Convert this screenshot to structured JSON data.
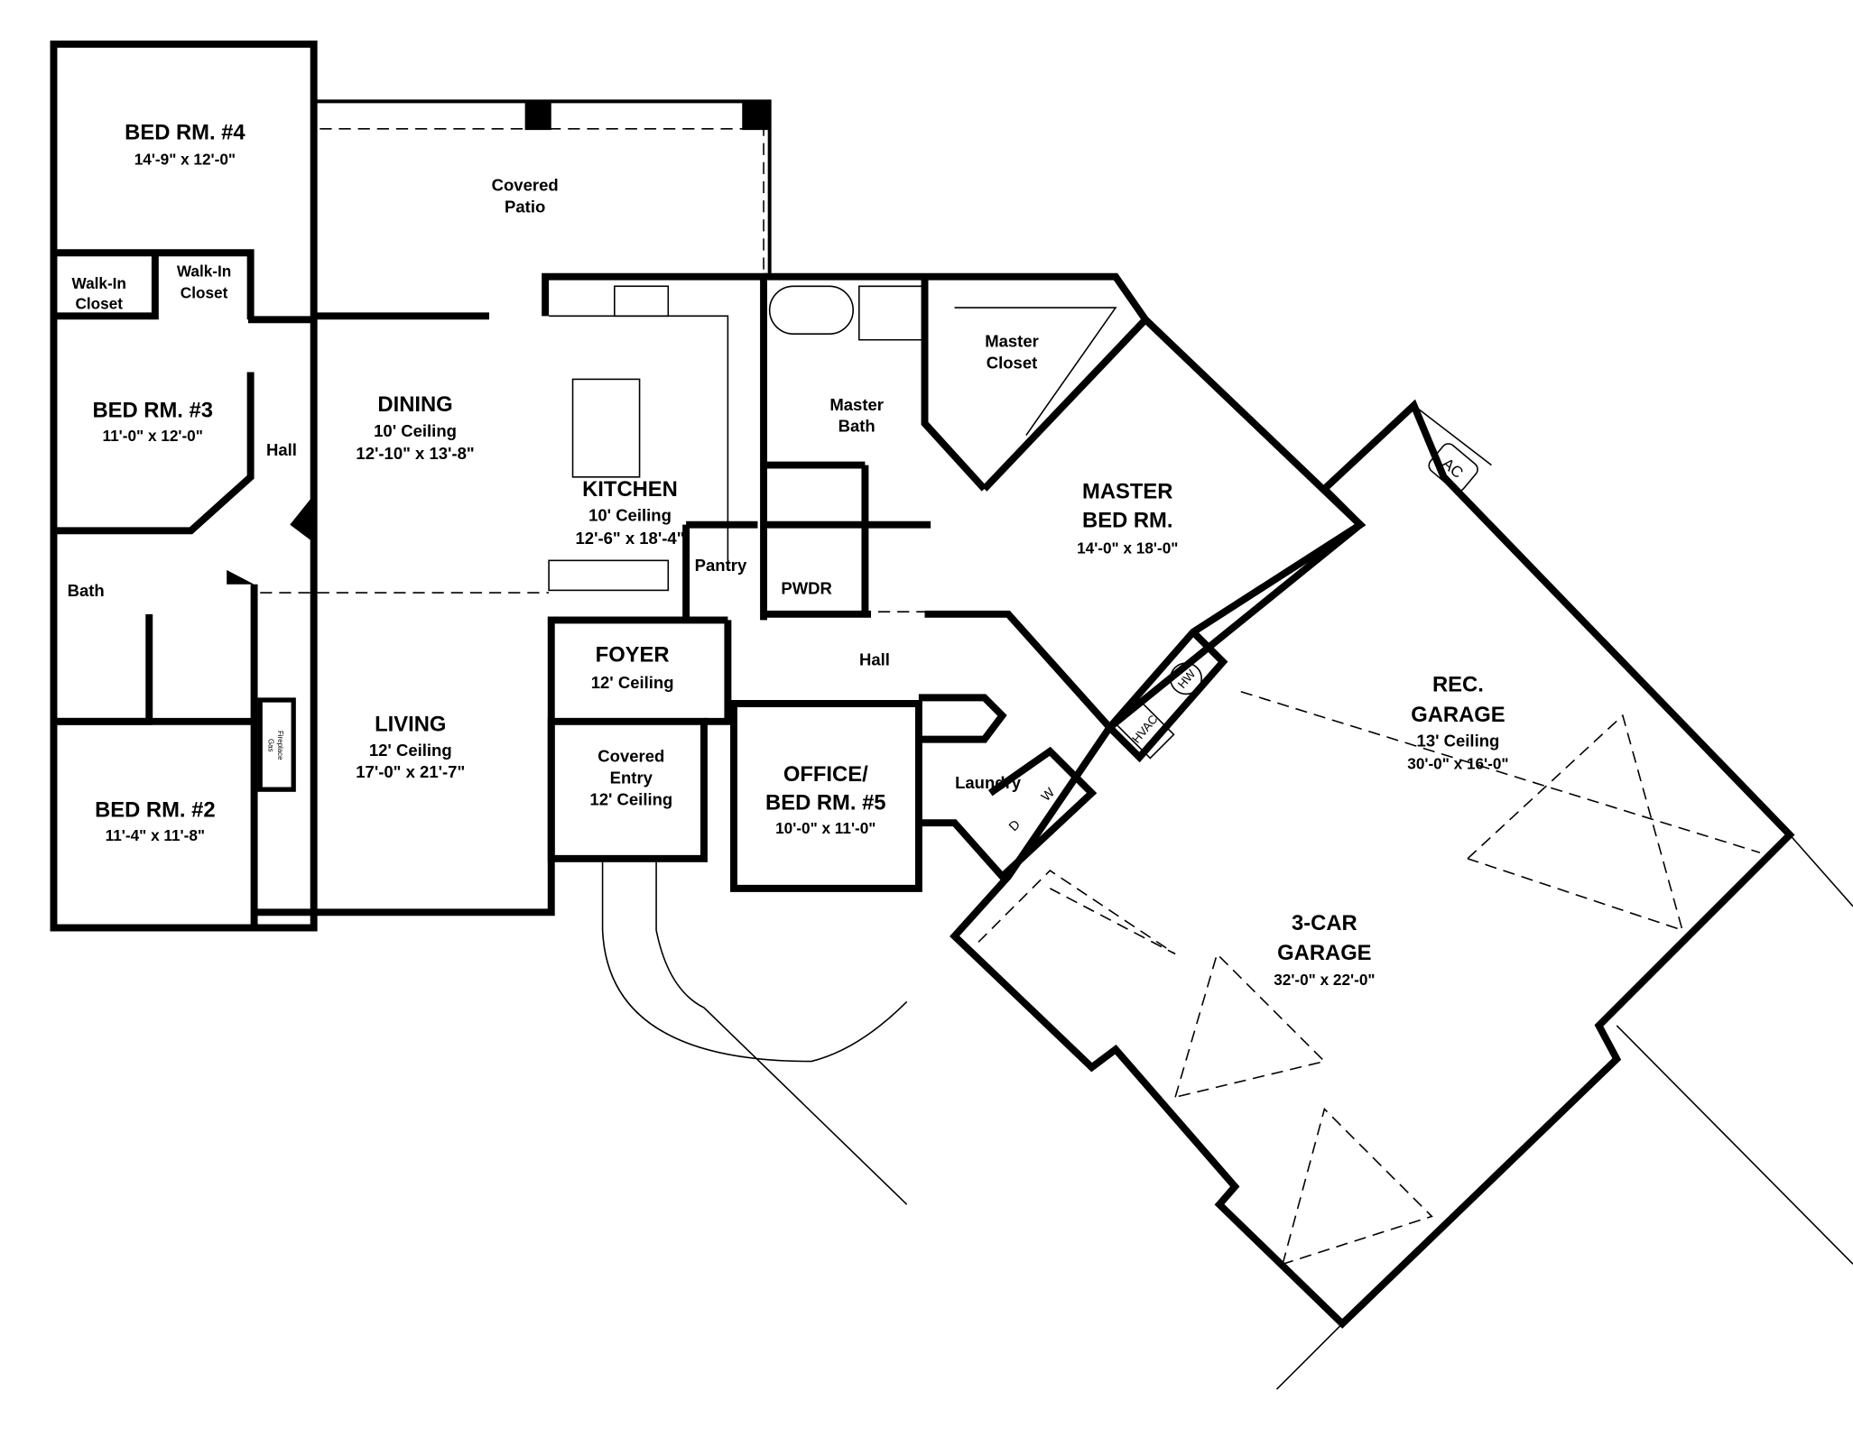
{
  "rooms": {
    "bed4": {
      "name": "BED RM. #4",
      "size": "14'-9\" x 12'-0\""
    },
    "patio": {
      "name1": "Covered",
      "name2": "Patio"
    },
    "walkin1": {
      "name1": "Walk-In",
      "name2": "Closet"
    },
    "walkin2": {
      "name1": "Walk-In",
      "name2": "Closet"
    },
    "bed3": {
      "name": "BED RM. #3",
      "size": "11'-0\" x 12'-0\""
    },
    "hall_left": {
      "name": "Hall"
    },
    "dining": {
      "name": "DINING",
      "ceiling": "10' Ceiling",
      "size": "12'-10\" x 13'-8\""
    },
    "kitchen": {
      "name": "KITCHEN",
      "ceiling": "10' Ceiling",
      "size": "12'-6\" x 18'-4\""
    },
    "pantry": {
      "name": "Pantry"
    },
    "master_bath": {
      "name1": "Master",
      "name2": "Bath"
    },
    "master_closet": {
      "name1": "Master",
      "name2": "Closet"
    },
    "master_bed": {
      "name1": "MASTER",
      "name2": "BED RM.",
      "size": "14'-0\" x 18'-0\""
    },
    "pwdr": {
      "name": "PWDR"
    },
    "bath": {
      "name": "Bath"
    },
    "foyer": {
      "name": "FOYER",
      "ceiling": "12' Ceiling"
    },
    "hall_center": {
      "name": "Hall"
    },
    "living": {
      "name": "LIVING",
      "ceiling": "12' Ceiling",
      "size": "17'-0\" x 21'-7\""
    },
    "fireplace": {
      "name1": "Gas",
      "name2": "Fireplace"
    },
    "covered_entry": {
      "name1": "Covered",
      "name2": "Entry",
      "ceiling": "12' Ceiling"
    },
    "office": {
      "name1": "OFFICE/",
      "name2": "BED RM. #5",
      "size": "10'-0\" x 11'-0\""
    },
    "laundry": {
      "name": "Laundry",
      "washer": "W",
      "dryer": "D"
    },
    "bed2": {
      "name": "BED RM. #2",
      "size": "11'-4\" x 11'-8\""
    },
    "rec_garage": {
      "name1": "REC.",
      "name2": "GARAGE",
      "ceiling": "13' Ceiling",
      "size": "30'-0\" x 16'-0\""
    },
    "garage": {
      "name1": "3-CAR",
      "name2": "GARAGE",
      "size": "32'-0\" x 22'-0\""
    },
    "equipment": {
      "hvac": "HVAC",
      "hw": "HW",
      "ac": "AC"
    }
  }
}
